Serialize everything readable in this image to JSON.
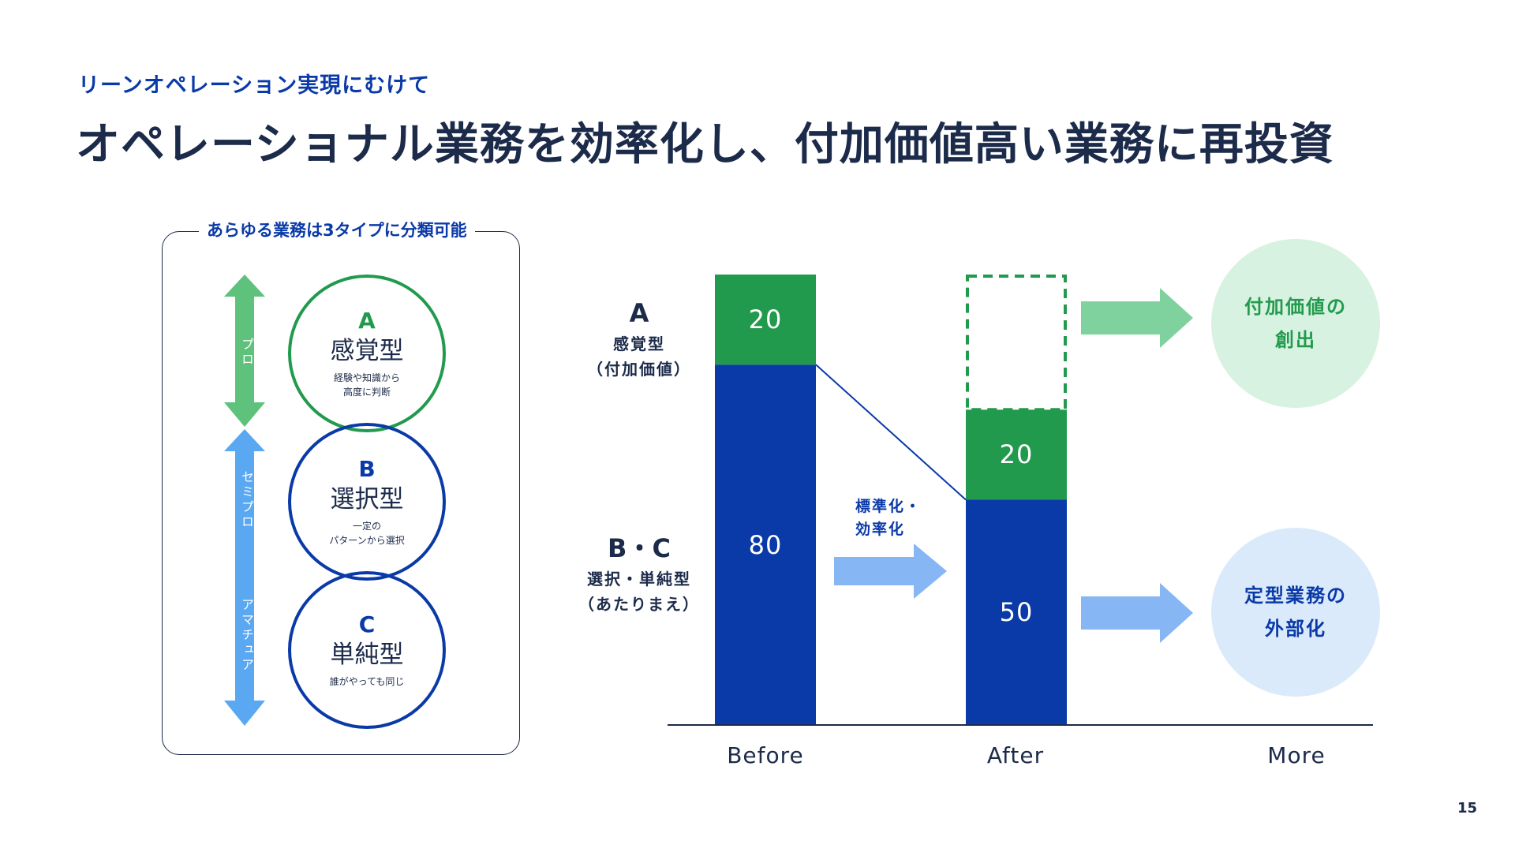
{
  "header": {
    "subtitle": "リーンオペレーション実現にむけて",
    "title": "オペレーショナル業務を効率化し、付加価値高い業務に再投資"
  },
  "panel": {
    "title": "あらゆる業務は3タイプに分類可能",
    "types": [
      {
        "letter": "A",
        "name": "感覚型",
        "desc1": "経験や知識から",
        "desc2": "高度に判断"
      },
      {
        "letter": "B",
        "name": "選択型",
        "desc1": "一定の",
        "desc2": "パターンから選択"
      },
      {
        "letter": "C",
        "name": "単純型",
        "desc1": "誰がやっても同じ",
        "desc2": ""
      }
    ],
    "levels": {
      "pro": "プロ",
      "semipro": "セミプロ",
      "amateur": "アマチュア"
    }
  },
  "side_labels": {
    "a_letter": "A",
    "a_text1": "感覚型",
    "a_text2": "（付加価値）",
    "bc_letter": "B・C",
    "bc_text1": "選択・単純型",
    "bc_text2": "（あたりまえ）"
  },
  "annotation": {
    "line1": "標準化・",
    "line2": "効率化"
  },
  "results": {
    "top_line1": "付加価値の",
    "top_line2": "創出",
    "bottom_line1": "定型業務の",
    "bottom_line2": "外部化"
  },
  "page_number": "15",
  "colors": {
    "dark_navy": "#1c2b4a",
    "blue": "#0a3aa8",
    "green": "#229a4d",
    "light_green_arrow": "#7fd19e",
    "light_blue_arrow": "#86b6f4",
    "light_green_circle": "#d8f2e1",
    "light_blue_circle": "#dbeafb",
    "panel_green_arrow": "#5ec27d",
    "panel_blue_arrow": "#5aa7f2"
  },
  "chart_data": {
    "type": "bar",
    "stacked": true,
    "categories": [
      "Before",
      "After",
      "More"
    ],
    "series": [
      {
        "values": [
          80,
          50,
          null
        ],
        "color": "#0a3aa8"
      },
      {
        "values": [
          20,
          20,
          null
        ],
        "color": "#229a4d"
      }
    ],
    "data_labels": [
      [
        "80",
        "20"
      ],
      [
        "50",
        "20"
      ],
      []
    ],
    "ylim": [
      0,
      100
    ],
    "grid": false,
    "legend": "none"
  }
}
